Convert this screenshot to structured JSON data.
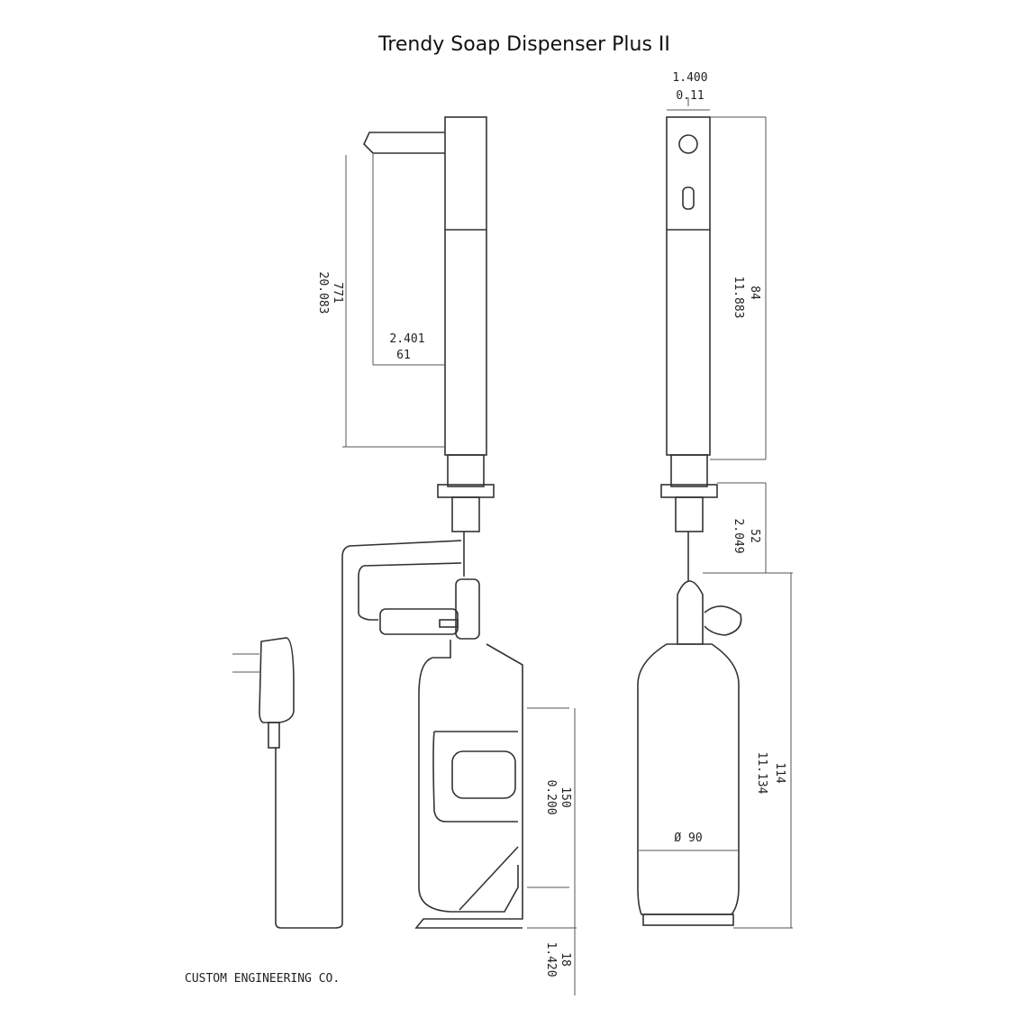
{
  "title": "Trendy Soap Dispenser Plus II",
  "dimensions": {
    "top_width_in": "1.400",
    "top_width_mm": "0.11",
    "spout_height_in": "20.083",
    "spout_height_mm": "771",
    "spout_reach_in": "2.401",
    "spout_reach_mm": "61",
    "body_height_in": "11.883",
    "body_height_mm": "84",
    "shank_in": "2.049",
    "shank_mm": "52",
    "bottle_height_in": "11.134",
    "bottle_height_mm": "114",
    "bracket_in": "0.200",
    "bracket_mm": "150",
    "base_in": "1.420",
    "base_mm": "18",
    "bottle_diameter": "Ø 90"
  },
  "footer": "CUSTOM ENGINEERING CO."
}
